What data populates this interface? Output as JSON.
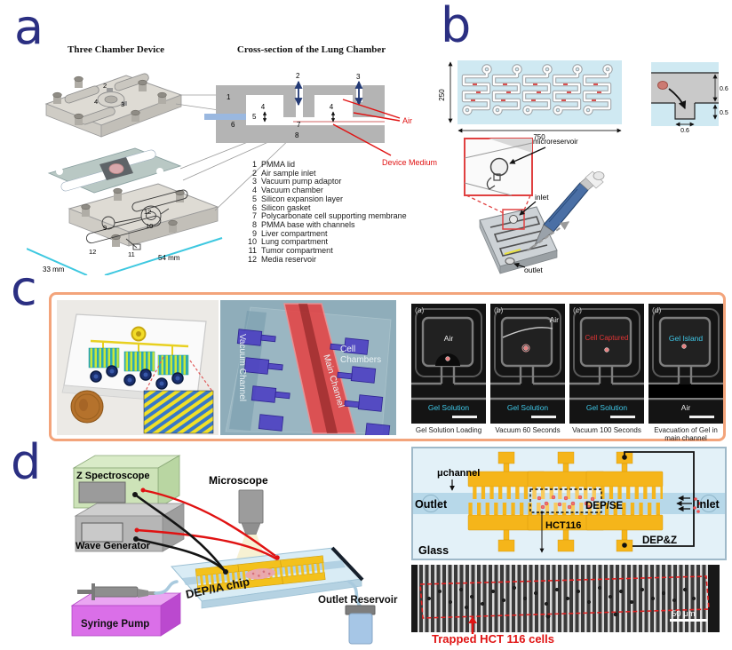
{
  "colors": {
    "panel_letter": "#2b2f82",
    "annotation_red": "#e01212",
    "panel_c_border": "#f3a47b",
    "cyan_label": "#3fc8e8",
    "chip_blue_bg": "#cfe9f2",
    "electrode_yellow": "#f5b51a",
    "navy_arrow": "#233a75"
  },
  "panel_a": {
    "letter": "a",
    "title_left": "Three Chamber Device",
    "title_right": "Cross-section of the Lung Chamber",
    "air": "Air",
    "device_medium": "Device Medium",
    "dim_width": "33 mm",
    "dim_length": "54 mm",
    "nums": {
      "cs1": "1",
      "cs2": "2",
      "cs3": "3",
      "cs4l": "4",
      "cs4r": "4",
      "cs5": "5",
      "cs6": "6",
      "cs7": "7",
      "cs8": "8",
      "ex2": "2",
      "ex3": "3",
      "ex4": "4",
      "ex9": "9",
      "ex10": "10",
      "ex11": "11",
      "ex12a": "12",
      "ex12b": "12"
    },
    "legend": [
      {
        "n": "1",
        "t": "PMMA lid"
      },
      {
        "n": "2",
        "t": "Air sample inlet"
      },
      {
        "n": "3",
        "t": "Vacuum pump adaptor"
      },
      {
        "n": "4",
        "t": "Vacuum chamber"
      },
      {
        "n": "5",
        "t": "Silicon expansion layer"
      },
      {
        "n": "6",
        "t": "Silicon gasket"
      },
      {
        "n": "7",
        "t": "Polycarbonate cell supporting membrane"
      },
      {
        "n": "8",
        "t": "PMMA base with channels"
      },
      {
        "n": "9",
        "t": "Liver compartment"
      },
      {
        "n": "10",
        "t": "Lung compartment"
      },
      {
        "n": "11",
        "t": "Tumor compartment"
      },
      {
        "n": "12",
        "t": "Media reservoir"
      }
    ]
  },
  "panel_b": {
    "letter": "b",
    "dims": {
      "height": "250",
      "width": "750",
      "channel_height": "0.6",
      "reservoir_depth": "0.5",
      "reservoir_width": "0.6"
    },
    "microreservoir": "microreservoir",
    "inlet": "inlet",
    "outlet": "outlet"
  },
  "panel_c": {
    "letter": "c",
    "vacuum_channel": "Vacuum Channel",
    "main_channel": "Main Channel",
    "cell_chambers": "Cell Chambers",
    "micrographs": [
      {
        "tag": "(a)",
        "top": "Air",
        "bottom": "Gel Solution",
        "caption": "Gel Solution Loading"
      },
      {
        "tag": "(b)",
        "top": "Air",
        "bottom": "Gel Solution",
        "caption": "Vacuum 60 Seconds"
      },
      {
        "tag": "(c)",
        "top": "Cell Captured",
        "bottom": "Gel Solution",
        "caption": "Vacuum 100 Seconds"
      },
      {
        "tag": "(d)",
        "top": "Gel Island",
        "bottom": "Air",
        "caption": "Evacuation of Gel in main channel"
      }
    ]
  },
  "panel_d": {
    "letter": "d",
    "z_spectroscope": "Z Spectroscope",
    "wave_generator": "Wave Generator",
    "microscope": "Microscope",
    "dep_chip": "DEP/IA chip",
    "outlet_reservoir": "Outlet Reservoir",
    "syringe_pump": "Syringe Pump",
    "schematic": {
      "uchannel": "μchannel",
      "outlet": "Outlet",
      "inlet": "Inlet",
      "hct116": "HCT116",
      "dep_se": "DEP/SE",
      "dep_z": "DEP&Z",
      "glass": "Glass"
    },
    "micrograph": {
      "scale_bar": "50 μm",
      "caption": "Trapped HCT 116 cells"
    }
  }
}
